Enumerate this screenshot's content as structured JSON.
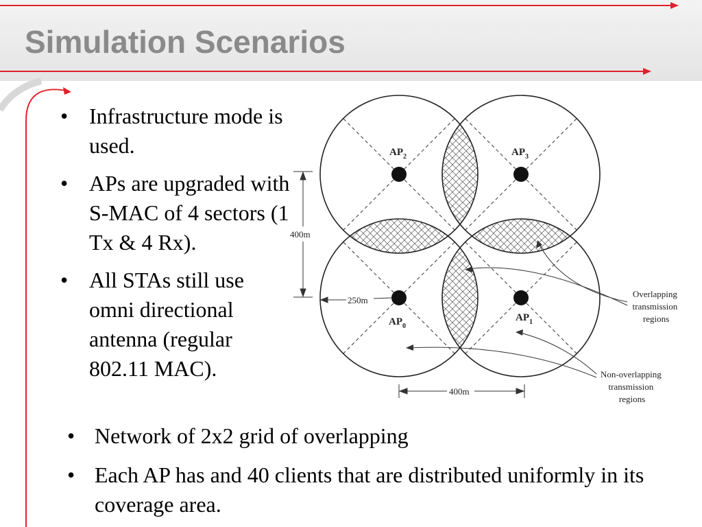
{
  "slide": {
    "title": "Simulation Scenarios",
    "accent_color": "#e0202a",
    "title_color": "#8a8a8a"
  },
  "left_bullets": [
    "Infrastructure mode is used.",
    "APs are upgraded with S-MAC of 4 sectors (1 Tx & 4 Rx).",
    "All STAs still use omni directional antenna (regular 802.11 MAC)."
  ],
  "bottom_bullets": [
    "Network of 2x2 grid of overlapping",
    "Each AP has and 40 clients that are distributed uniformly in its coverage area."
  ],
  "diagram": {
    "access_points": [
      {
        "base": "AP",
        "sub": "2"
      },
      {
        "base": "AP",
        "sub": "3"
      },
      {
        "base": "AP",
        "sub": "0"
      },
      {
        "base": "AP",
        "sub": "1"
      }
    ],
    "vertical_dimension": "400m",
    "horizontal_dimension": "400m",
    "radius_label": "250m",
    "overlap_label": [
      "Overlapping",
      "transmission",
      "regions"
    ],
    "non_overlap_label": [
      "Non-overlapping",
      "transmission",
      "regions"
    ]
  }
}
